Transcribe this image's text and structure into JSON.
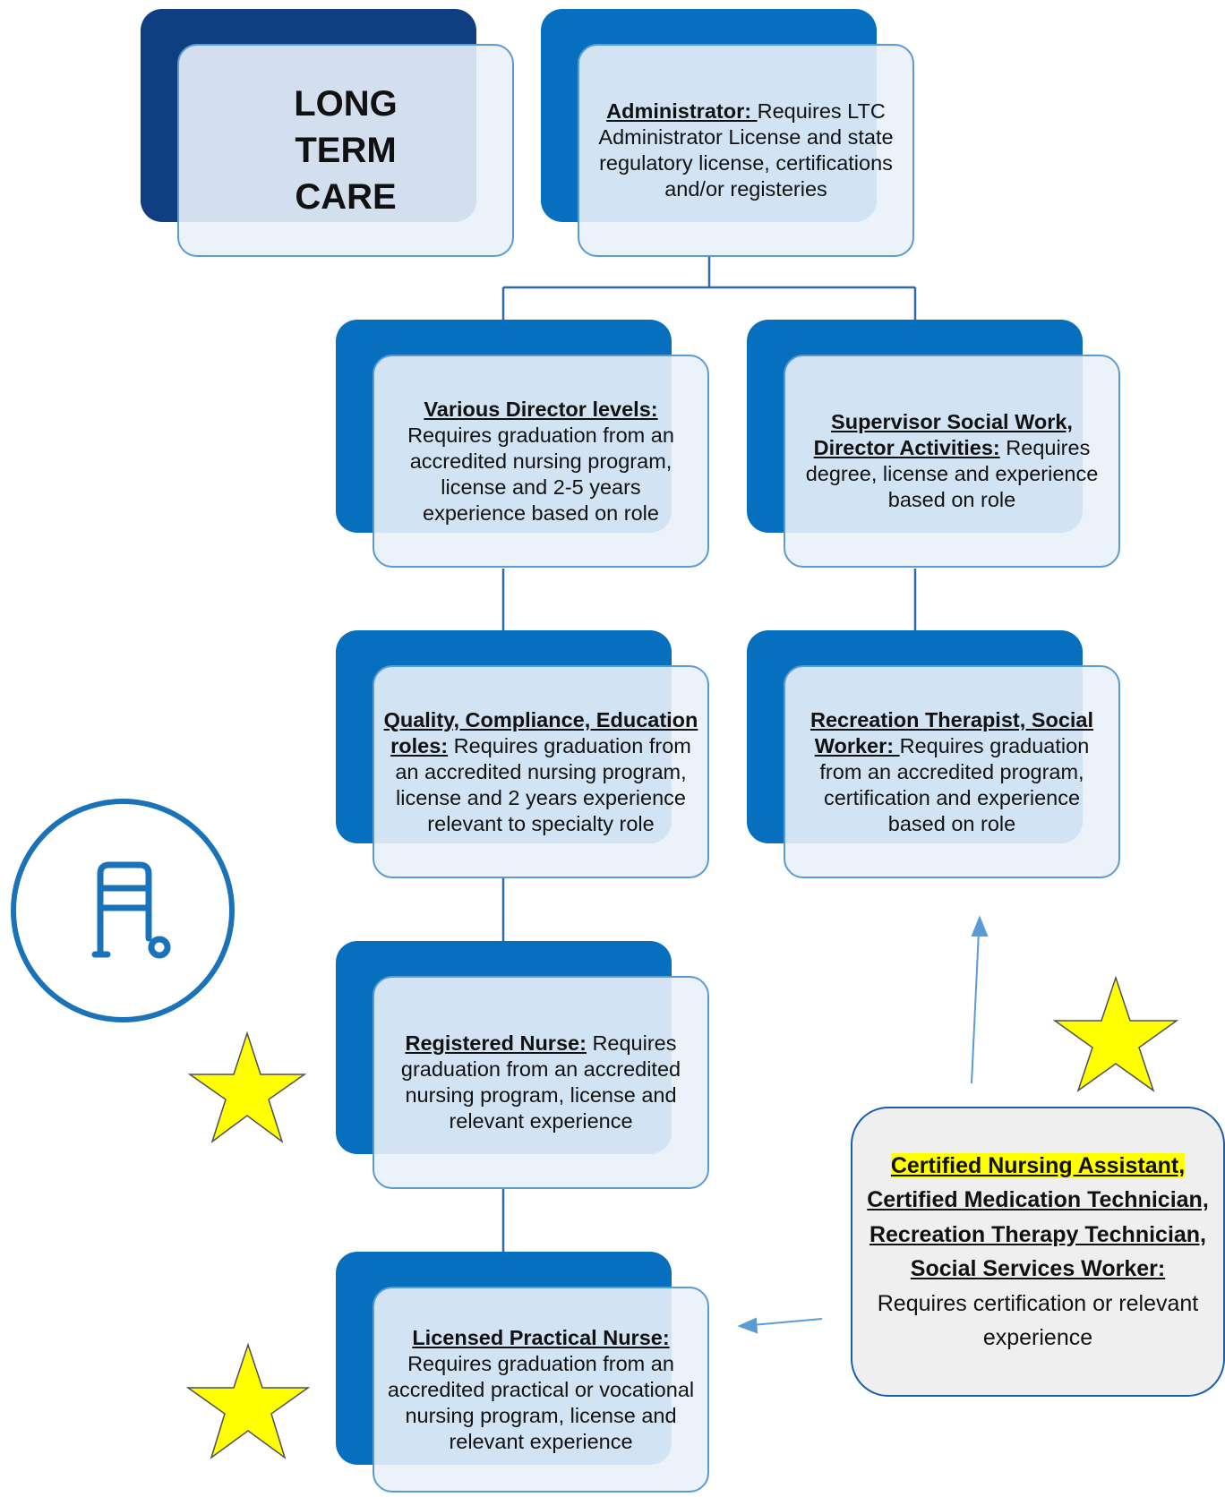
{
  "title": "LONG TERM CARE",
  "nodes": {
    "administrator": {
      "label": "Administrator: ",
      "text": "Requires LTC Administrator License and state regulatory license, certifications and/or registeries"
    },
    "directors": {
      "label": "Various Director levels:",
      "text": "Requires graduation from an accredited nursing program, license and 2-5 years experience based on role"
    },
    "supervisor": {
      "label": "Supervisor Social Work, Director Activities:",
      "text": " Requires degree, license and experience based on role"
    },
    "quality": {
      "label": "Quality, Compliance, Education roles:",
      "text": " Requires graduation from an accredited nursing program, license and 2 years experience relevant to specialty role"
    },
    "recreation": {
      "label": "Recreation Therapist, Social Worker: ",
      "text": "Requires graduation from an accredited program, certification and experience based on role"
    },
    "rn": {
      "label": "Registered Nurse:",
      "text": " Requires graduation from an accredited nursing program, license and relevant experience"
    },
    "lpn": {
      "label": "Licensed Practical Nurse:",
      "text": "Requires graduation from an accredited practical or vocational nursing program, license and relevant experience"
    }
  },
  "callout": {
    "label_highlight": "Certified Nursing Assistant,",
    "label_rest": " Certified Medication Technician, Recreation Therapy Technician, Social Services Worker: ",
    "text": "Requires certification or relevant experience"
  },
  "colors": {
    "dark_blue": "#0f3f80",
    "mid_blue": "#0670bf",
    "light_box": "#e9f1fa",
    "border": "#5b9bd5",
    "star": "#ffff00",
    "highlight": "#ffff00"
  },
  "icons": [
    "walker-icon",
    "star-icon"
  ]
}
